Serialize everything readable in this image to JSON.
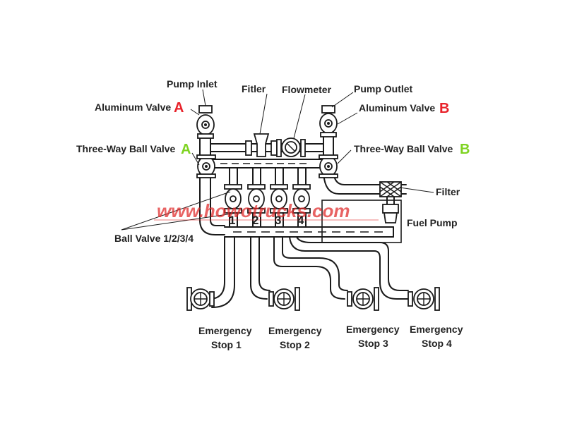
{
  "labels": {
    "pump_inlet": "Pump Inlet",
    "fitler": "Fitler",
    "flowmeter": "Flowmeter",
    "pump_outlet": "Pump Outlet",
    "aluminum_valve_a": "Aluminum Valve",
    "letter_a": "A",
    "aluminum_valve_b": "Aluminum Valve",
    "letter_b": "B",
    "three_way_a": "Three-Way Ball Valve",
    "letter_a2": "A",
    "three_way_b": "Three-Way Ball Valve",
    "letter_b2": "B",
    "filter": "Filter",
    "fuel_pump": "Fuel Pump",
    "ball_valve": "Ball Valve 1/2/3/4",
    "watermark": "www.howotrucks.com",
    "valve_numbers": [
      "1",
      "2",
      "3",
      "4"
    ],
    "stops": [
      {
        "line1": "Emergency",
        "line2": "Stop 1"
      },
      {
        "line1": "Emergency",
        "line2": "Stop 2"
      },
      {
        "line1": "Emergency",
        "line2": "Stop 3"
      },
      {
        "line1": "Emergency",
        "line2": "Stop 4"
      }
    ]
  },
  "colors": {
    "letter_red": "#e8222a",
    "letter_green": "#7ed321",
    "watermark_red": "#e02828",
    "line": "#1a1a1a"
  }
}
